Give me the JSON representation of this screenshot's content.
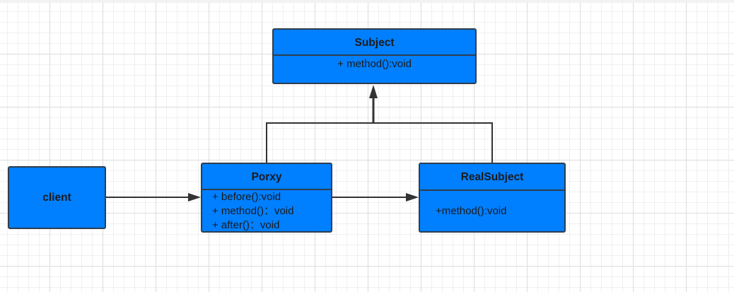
{
  "diagram": {
    "nodes": {
      "subject": {
        "title": "Subject",
        "members": [
          "+ method():void"
        ]
      },
      "client": {
        "title": "client",
        "members": []
      },
      "proxy": {
        "title": "Porxy",
        "members": [
          "+ before():void",
          "+ method()：void",
          "+ after()：void"
        ]
      },
      "realsubject": {
        "title": "RealSubject",
        "members": [
          "+method():void"
        ]
      }
    },
    "edges": [
      {
        "from": "client",
        "to": "proxy",
        "kind": "association",
        "arrow": "open-filled"
      },
      {
        "from": "proxy",
        "to": "realsubject",
        "kind": "association",
        "arrow": "open-filled"
      },
      {
        "from": "proxy",
        "to": "subject",
        "kind": "realization",
        "arrow": "filled"
      },
      {
        "from": "realsubject",
        "to": "subject",
        "kind": "realization",
        "arrow": "filled"
      }
    ]
  },
  "colors": {
    "node_fill": "#007fff",
    "node_border": "#2d3e4e",
    "edge": "#333333",
    "grid": "#dcdcdc"
  }
}
